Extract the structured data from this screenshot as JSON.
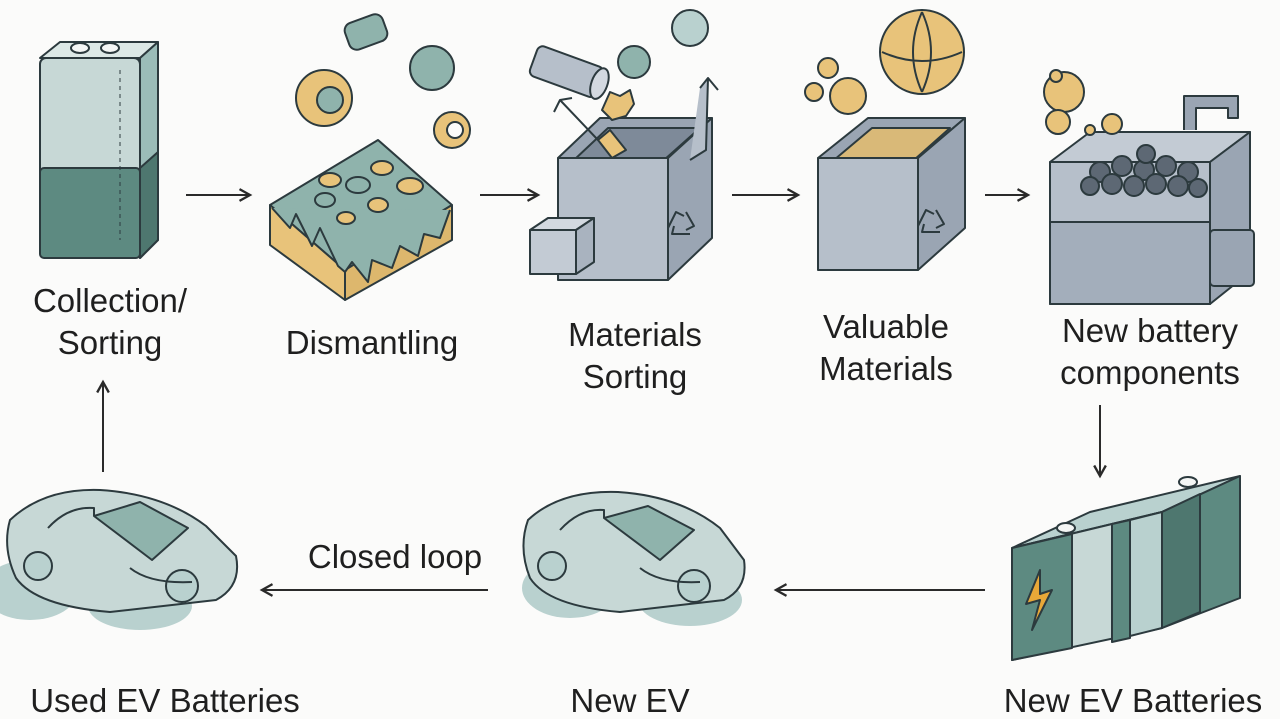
{
  "palette": {
    "teal_light": "#b9d1cf",
    "teal_mid": "#9bbcb8",
    "teal_dark": "#5d8a81",
    "slate": "#b6bfca",
    "slate_dark": "#9aa5b3",
    "gold": "#e8c37a",
    "outline": "#2c3a3e"
  },
  "steps": {
    "collection": {
      "line1": "Collection/",
      "line2": "Sorting",
      "icon": "battery-cell-icon"
    },
    "dismantling": {
      "line1": "Dismantling",
      "icon": "battery-module-icon"
    },
    "materials_sorting": {
      "line1": "Materials",
      "line2": "Sorting",
      "icon": "sorting-bin-icon"
    },
    "valuable_materials": {
      "line1": "Valuable",
      "line2": "Materials",
      "icon": "recovered-materials-box-icon"
    },
    "new_components": {
      "line1": "New battery",
      "line2": "components",
      "icon": "production-tank-icon"
    },
    "new_ev_batteries": {
      "line1": "New EV Batteries",
      "icon": "ev-battery-pack-icon"
    },
    "new_ev": {
      "line1": "New EV",
      "icon": "car-icon"
    },
    "used_ev_batteries": {
      "line1": "Used EV Batteries",
      "icon": "car-icon"
    }
  },
  "loop_label": "Closed loop"
}
